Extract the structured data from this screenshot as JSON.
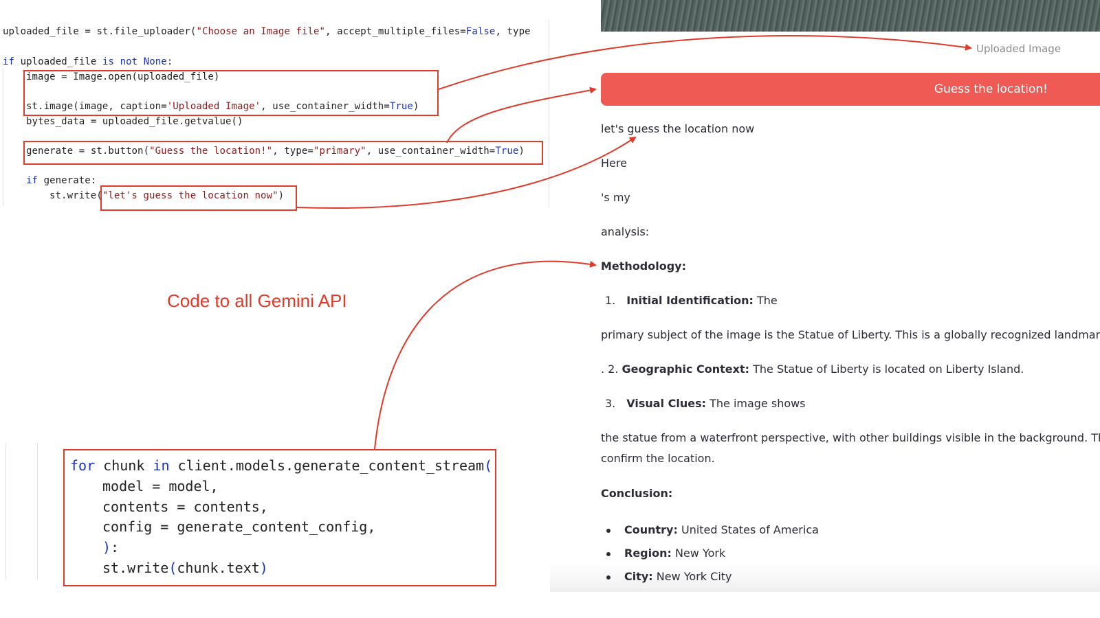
{
  "top_code": {
    "line1": {
      "a": "uploaded_file = st.file_uploader(",
      "b": "\"Choose an Image file\"",
      "c": ", accept_multiple_files=",
      "d": "False",
      "e": ", type"
    },
    "line2": {
      "a": "if",
      "b": " uploaded_file ",
      "c": "is not",
      "d": " None",
      "e": ":"
    },
    "line3": "image = Image.open(uploaded_file)",
    "line4": {
      "a": "st.image(image, caption=",
      "b": "'Uploaded Image'",
      "c": ", use_container_width=",
      "d": "True",
      "e": ")"
    },
    "line5": "bytes_data = uploaded_file.getvalue()",
    "line6": {
      "a": "generate = st.button(",
      "b": "\"Guess the location!\"",
      "c": ", type=",
      "d": "\"primary\"",
      "e": ", use_container_width=",
      "f": "True",
      "g": ")"
    },
    "line7": {
      "a": "if",
      "b": " generate:"
    },
    "line8": {
      "a": "st.write",
      "b": "(",
      "c": "\"let's guess the location now\"",
      "d": ")"
    }
  },
  "gemini_label": "Code to all Gemini API",
  "bottom_code": {
    "line1": {
      "a": "for",
      "b": " chunk ",
      "c": "in",
      "d": " client.models.generate_content_stream",
      "e": "("
    },
    "line2": "model = model,",
    "line3": "contents = contents,",
    "line4": "config = generate_content_config,",
    "line5": {
      "a": ")",
      "b": ":"
    },
    "line6": {
      "a": "st.write",
      "b": "(",
      "c": "chunk.text",
      "d": ")"
    }
  },
  "app": {
    "caption": "Uploaded Image",
    "button_label": "Guess the location!",
    "p1": "let's guess the location now",
    "p2": "Here",
    "p3": "'s my",
    "p4": "analysis:",
    "methodology_heading": "Methodology:",
    "item1_num": "1.",
    "item1_bold": "Initial Identification:",
    "item1_text": " The",
    "p5": "primary subject of the image is the Statue of Liberty. This is a globally recognized landmark",
    "item2_prefix": ". 2. ",
    "item2_bold": "Geographic Context:",
    "item2_text": " The Statue of Liberty is located on Liberty Island.",
    "item3_num": "3.",
    "item3_bold": "Visual Clues:",
    "item3_text": " The image shows",
    "p6": "the statue from a waterfront perspective, with other buildings visible in the background. The",
    "p7": "confirm the location.",
    "conclusion_heading": "Conclusion:",
    "bullets": [
      {
        "label": "Country:",
        "value": " United States of America"
      },
      {
        "label": "Region:",
        "value": " New York"
      },
      {
        "label": "City:",
        "value": " New York City"
      }
    ]
  },
  "colors": {
    "annotation_red": "#e03a2a",
    "button_red": "#ef5a55",
    "keyword_blue": "#1a32b8",
    "string_red": "#8b1a1a"
  }
}
